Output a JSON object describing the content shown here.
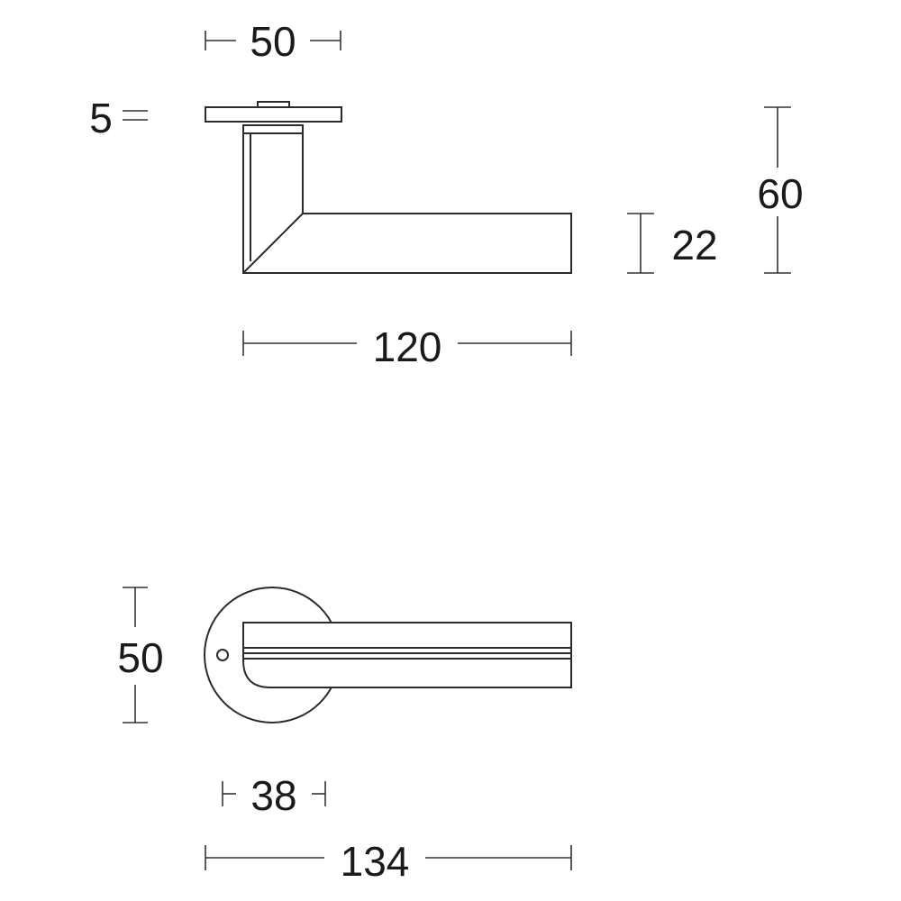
{
  "dimensions": {
    "side_rose_diameter": "50",
    "rose_thickness": "5",
    "total_height": "60",
    "lever_height": "22",
    "lever_length": "120",
    "top_rose_diameter": "50",
    "offset": "38",
    "total_length": "134"
  },
  "colors": {
    "line": "#2b2b2b",
    "background": "#ffffff"
  }
}
